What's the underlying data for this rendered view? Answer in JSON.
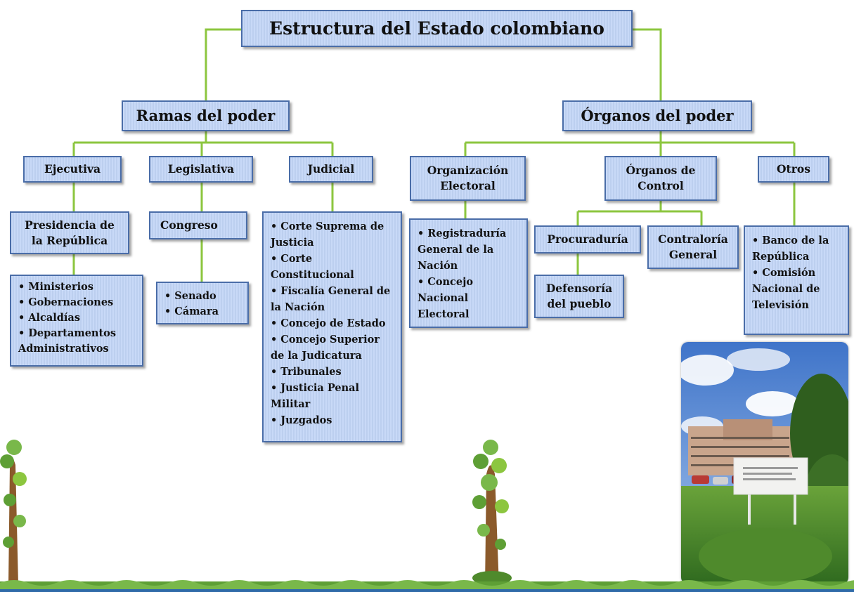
{
  "title": "Estructura del Estado colombiano",
  "branches": {
    "ramas": "Ramas del poder",
    "organos": "Órganos  del poder"
  },
  "ramas": {
    "ejecutiva": {
      "label": "Ejecutiva",
      "sub": "Presidencia de la República",
      "items": [
        "Ministerios",
        "Gobernaciones",
        "Alcaldías",
        "Departamentos Administrativos"
      ]
    },
    "legislativa": {
      "label": "Legislativa",
      "sub": "Congreso",
      "items": [
        "Senado",
        "Cámara"
      ]
    },
    "judicial": {
      "label": "Judicial",
      "items": [
        "Corte Suprema de Justicia",
        "Corte Constitucional",
        "Fiscalía General de la Nación",
        "Concejo de Estado",
        "Concejo Superior de la Judicatura",
        "Tribunales",
        "Justicia Penal Militar",
        "Juzgados"
      ]
    }
  },
  "organos": {
    "electoral": {
      "label": "Organización Electoral",
      "items": [
        "Registraduría General de la Nación",
        "Concejo Nacional Electoral"
      ]
    },
    "control": {
      "label": "Órganos de Control",
      "procuraduria": "Procuraduría",
      "contraloria": "Contraloría General",
      "defensoria": "Defensoría del pueblo"
    },
    "otros": {
      "label": "Otros",
      "items": [
        "Banco de la República",
        "Comisión Nacional de Televisión"
      ]
    }
  },
  "bullet": "•",
  "colors": {
    "connector": "#8cc63f",
    "box_fill": "#c8d9f7",
    "box_border": "#4a6da8"
  },
  "decorations": {
    "photo": "photo of a government building with a sign and lawn",
    "trees": "cartoon-tree-icon",
    "ground": "grass-strip"
  }
}
